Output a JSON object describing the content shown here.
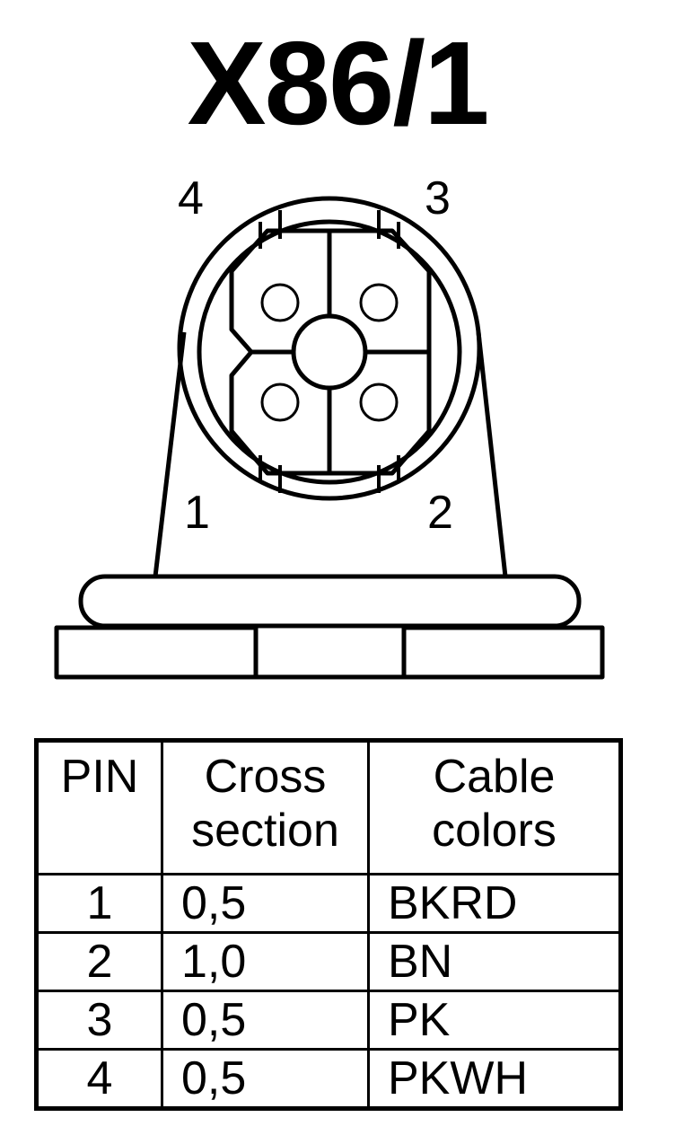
{
  "title": "X86/1",
  "pin_labels": {
    "pin1": "1",
    "pin2": "2",
    "pin3": "3",
    "pin4": "4"
  },
  "table": {
    "headers": [
      {
        "line1": "PIN",
        "line2": ""
      },
      {
        "line1": "Cross",
        "line2": "section"
      },
      {
        "line1": "Cable",
        "line2": "colors"
      }
    ],
    "rows": [
      {
        "pin": "1",
        "cross_section": "0,5",
        "cable_color": "BKRD"
      },
      {
        "pin": "2",
        "cross_section": "1,0",
        "cable_color": "BN"
      },
      {
        "pin": "3",
        "cross_section": "0,5",
        "cable_color": "PK"
      },
      {
        "pin": "4",
        "cross_section": "0,5",
        "cable_color": "PKWH"
      }
    ]
  },
  "colors": {
    "line": "#000000",
    "background": "#ffffff"
  }
}
